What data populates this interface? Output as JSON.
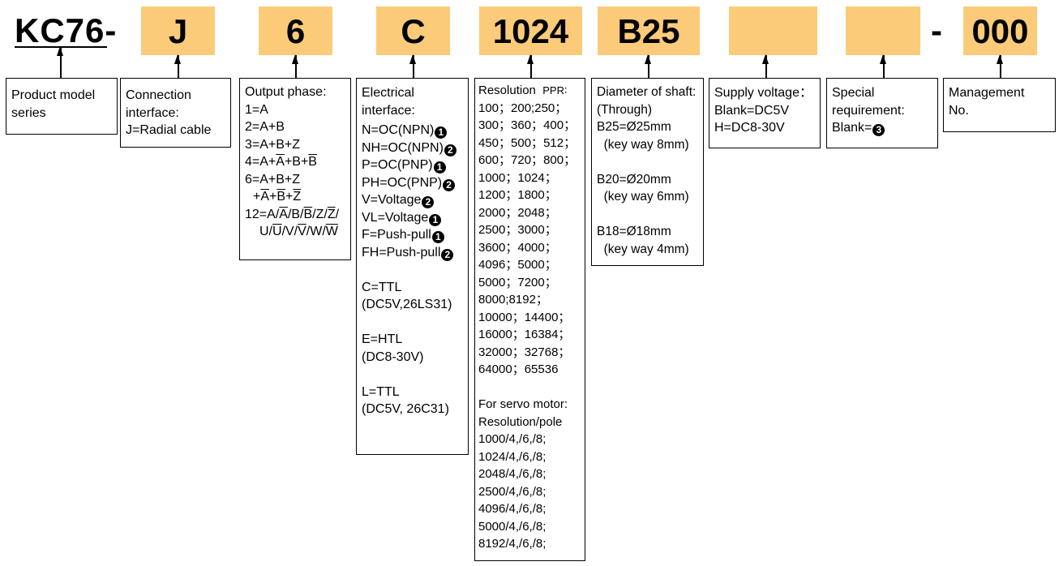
{
  "prefix": "KC76-",
  "codes": {
    "j": "J",
    "six": "6",
    "c": "C",
    "res": "1024",
    "shaft": "B25",
    "voltage": "",
    "special": "",
    "dash": "-",
    "mgmt": "000"
  },
  "colors": {
    "code_fill": "#fccb7a",
    "line": "#000000"
  },
  "boxes": {
    "product": [
      "Product model",
      "series"
    ],
    "connection": [
      "Connection",
      "interface:",
      "J=Radial cable"
    ],
    "output_phase": {
      "title": "Output phase:",
      "lines": [
        "1=A",
        "2=A+B",
        "3=A+B+Z"
      ],
      "l4_pre": "4=A+",
      "l4_a": "A",
      "l4_mid": "+B+",
      "l4_b": "B",
      "l6": "6=A+B+Z",
      "l6b_pre": "+",
      "l6b_a": "A",
      "l6b_p1": "+",
      "l6b_b": "B",
      "l6b_p2": "+",
      "l6b_z": "Z",
      "l12_pre": "12=A/",
      "l12_a": "A",
      "l12_s1": "/B/",
      "l12_b": "B",
      "l12_s2": "/Z/",
      "l12_z": "Z",
      "l12_s3": "/",
      "l13_pre": "U/",
      "l13_u": "U",
      "l13_s1": "/V/",
      "l13_v": "V",
      "l13_s2": "/W/",
      "l13_w": "W"
    },
    "electrical": {
      "title": [
        "Electrical",
        "interface:"
      ],
      "items": [
        {
          "text": "N=OC(NPN)",
          "mark": "1"
        },
        {
          "text": "NH=OC(NPN)",
          "mark": "2"
        },
        {
          "text": "P=OC(PNP)",
          "mark": "1"
        },
        {
          "text": "PH=OC(PNP)",
          "mark": "2"
        },
        {
          "text": "V=Voltage",
          "mark": "2"
        },
        {
          "text": "VL=Voltage",
          "mark": "1"
        },
        {
          "text": "F=Push-pull",
          "mark": "1"
        },
        {
          "text": "FH=Push-pull",
          "mark": "2"
        }
      ],
      "c": [
        "C=TTL",
        "(DC5V,26LS31)"
      ],
      "e": [
        "E=HTL",
        "(DC8-30V)"
      ],
      "l": [
        "L=TTL",
        "(DC5V, 26C31)"
      ]
    },
    "resolution": {
      "title": "Resolution",
      "unit": "PPR∶",
      "rows": [
        [
          "100；",
          "200;",
          "250；"
        ],
        [
          "300；",
          "360；",
          "400；"
        ],
        [
          "450；",
          "500；",
          "512；"
        ],
        [
          "600；",
          "720；",
          "800；"
        ],
        [
          "1000；",
          "",
          "1024；"
        ],
        [
          "1200；",
          "",
          "1800；"
        ],
        [
          "2000；",
          "",
          "2048；"
        ],
        [
          "2500；",
          "",
          "3000；"
        ],
        [
          "3600；",
          "",
          "4000；"
        ],
        [
          "4096；",
          "",
          "5000；"
        ],
        [
          "5000；",
          "",
          "7200；"
        ],
        [
          "8000;",
          "",
          "8192；"
        ],
        [
          "10000；",
          "",
          "14400；"
        ],
        [
          "16000；",
          "",
          "16384；"
        ],
        [
          "32000；",
          "",
          "32768；"
        ],
        [
          "64000；",
          "",
          "65536"
        ]
      ],
      "servo_title": [
        "For servo motor:",
        "Resolution/pole"
      ],
      "servo_rows": [
        [
          "1000/4,",
          "/6,",
          "/8;"
        ],
        [
          "1024/4,",
          "/6,",
          "/8;"
        ],
        [
          "2048/4,",
          "/6,",
          "/8;"
        ],
        [
          "2500/4,",
          "/6,",
          "/8;"
        ],
        [
          "4096/4,",
          "/6,",
          "/8;"
        ],
        [
          "5000/4,",
          "/6,",
          "/8;"
        ],
        [
          "8192/4,",
          "/6,",
          "/8;"
        ]
      ]
    },
    "shaft": {
      "lines": [
        "Diameter of shaft:",
        "(Through)",
        "B25=Ø25mm",
        "  (key way 8mm)",
        "",
        "B20=Ø20mm",
        "  (key way 6mm)",
        "",
        "B18=Ø18mm",
        "  (key way 4mm)"
      ]
    },
    "supply": [
      "Supply voltage：",
      "Blank=DC5V",
      "H=DC8-30V"
    ],
    "special": {
      "lines": [
        "Special",
        "requirement:"
      ],
      "blank": "Blank=",
      "mark": "3"
    },
    "management": [
      "Management",
      "No."
    ]
  }
}
